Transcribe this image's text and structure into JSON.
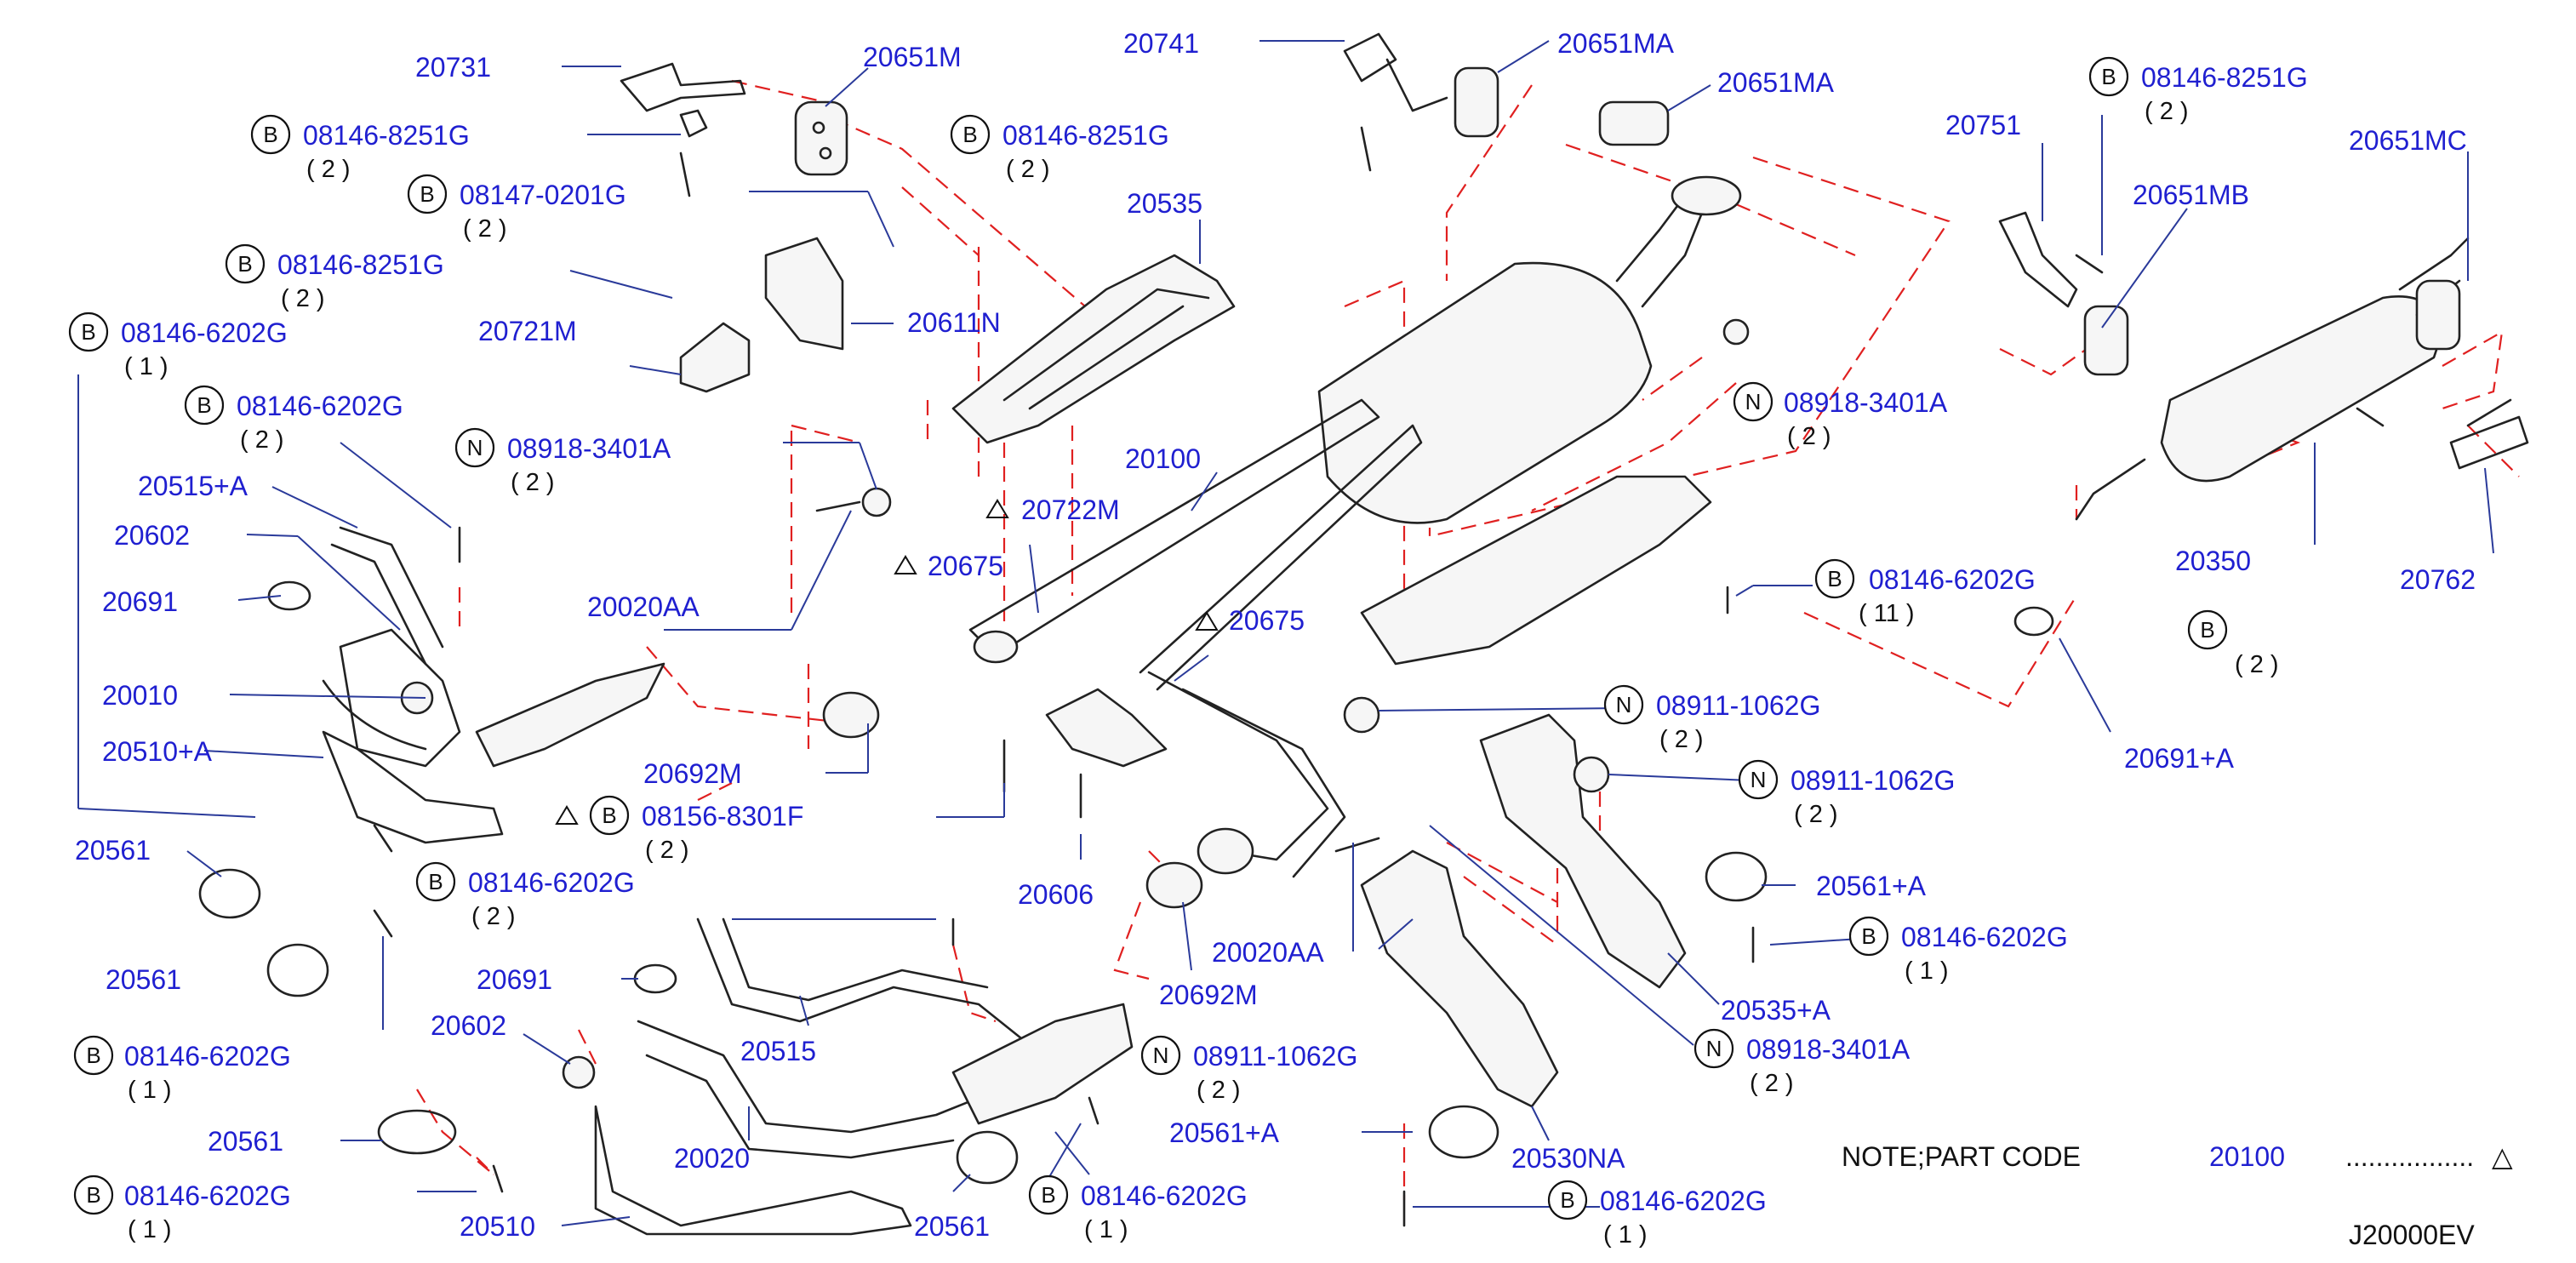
{
  "colors": {
    "label": "#1f1fd0",
    "leader": "#2a3a9a",
    "dashed": "#e02020",
    "part": "#222222"
  },
  "labels": {
    "l20731": "20731",
    "l20651M": "20651M",
    "l20741": "20741",
    "l20651MA_a": "20651MA",
    "l20651MA_b": "20651MA",
    "l08146_8251G_a": "08146-8251G",
    "l08146_8251G_b": "08146-8251G",
    "l08146_8251G_c": "08146-8251G",
    "l08146_8251G_d": "08146-8251G",
    "l08147_0201G": "08147-0201G",
    "l20751": "20751",
    "l20651MC": "20651MC",
    "l20651MB": "20651MB",
    "l20535": "20535",
    "l20721M": "20721M",
    "l20611N": "20611N",
    "l08146_6202G_a": "08146-6202G",
    "l08146_6202G_b": "08146-6202G",
    "l08918_3401A_a": "08918-3401A",
    "l08918_3401A_b": "08918-3401A",
    "l20515A": "20515+A",
    "l20100": "20100",
    "l20722M": "20722M",
    "l20602_a": "20602",
    "l20675_a": "20675",
    "l20691_a": "20691",
    "l20020AA_a": "20020AA",
    "l20675_b": "20675",
    "l20350": "20350",
    "l20762": "20762",
    "l08146_6202G_c": "08146-6202G",
    "l20010": "20010",
    "l20510A": "20510+A",
    "l20692M_a": "20692M",
    "l08911_1062G_a": "08911-1062G",
    "l08911_1062G_b": "08911-1062G",
    "l20691A": "20691+A",
    "l08156_8301F": "08156-8301F",
    "l20561_a": "20561",
    "l20561A_a": "20561+A",
    "l08146_6202G_d": "08146-6202G",
    "l08146_6202G_e": "08146-6202G",
    "l20606": "20606",
    "l20020AA_b": "20020AA",
    "l20561_b": "20561",
    "l20691_b": "20691",
    "l20692M_b": "20692M",
    "l20535A": "20535+A",
    "l20602_b": "20602",
    "l20515": "20515",
    "l08911_1062G_c": "08911-1062G",
    "l08918_3401A_c": "08918-3401A",
    "l08146_6202G_f": "08146-6202G",
    "l20561_c": "20561",
    "l20561A_b": "20561+A",
    "l20020": "20020",
    "l20530NA": "20530NA",
    "l08146_6202G_g": "08146-6202G",
    "l08146_6202G_h": "08146-6202G",
    "l08146_6202G_i": "08146-6202G",
    "l20510": "20510",
    "l20561_d": "20561"
  },
  "quantities": {
    "q2": "( 2 )",
    "q1": "( 1 )",
    "q11": "( 11 )"
  },
  "badges": {
    "B": "B",
    "N": "N"
  },
  "note": {
    "text": "NOTE;PART   CODE",
    "code": "20100",
    "dots": ".................",
    "symbol": "△"
  },
  "diagram_code": "J20000EV"
}
